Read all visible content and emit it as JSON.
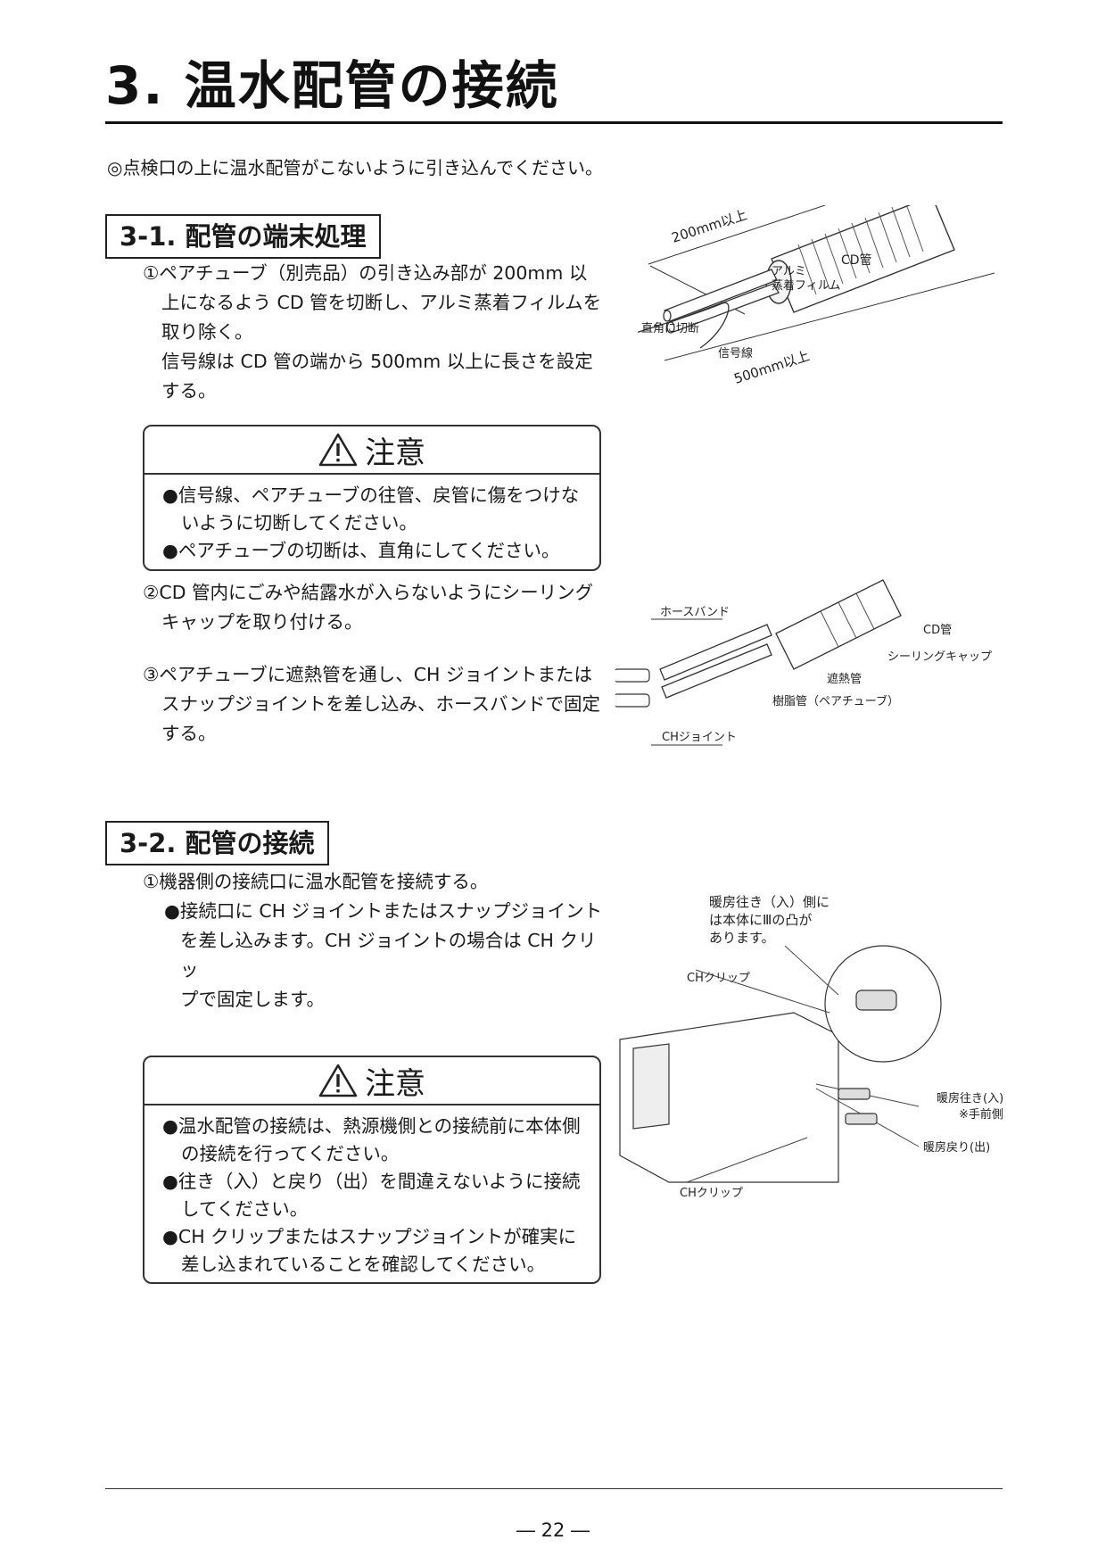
{
  "page": {
    "title": "3. 温水配管の接続",
    "intro": "◎点検口の上に温水配管がこないように引き込んでください。",
    "page_number": "― 22 ―"
  },
  "section1": {
    "heading": "3-1. 配管の端末処理",
    "step1": [
      "①ペアチューブ（別売品）の引き込み部が 200mm 以",
      "上になるよう CD 管を切断し、アルミ蒸着フィルムを",
      "取り除く。",
      "信号線は CD 管の端から 500mm 以上に長さを設定",
      "する。"
    ],
    "caution": {
      "title": "注意",
      "items": [
        [
          "●信号線、ペアチューブの往管、戻管に傷をつけな",
          "いように切断してください。"
        ],
        [
          "●ペアチューブの切断は、直角にしてください。"
        ]
      ]
    },
    "step2": [
      "②CD 管内にごみや結露水が入らないようにシーリング",
      "キャップを取り付ける。"
    ],
    "step3": [
      "③ペアチューブに遮熱管を通し、CH ジョイントまたは",
      "スナップジョイントを差し込み、ホースバンドで固定",
      "する。"
    ],
    "fig1_labels": {
      "len200": "200mm以上",
      "cd_pipe": "CD管",
      "film": [
        "アルミ",
        "蒸着フィルム"
      ],
      "cut": "直角に切断",
      "signal": "信号線",
      "len500": "500mm以上"
    },
    "fig2_labels": {
      "hose_band": "ホースバンド",
      "cd_pipe": "CD管",
      "sealing_cap": "シーリングキャップ",
      "heat_pipe": "遮熱管",
      "resin_pipe": "樹脂管（ペアチューブ）",
      "ch_joint": "CHジョイント"
    }
  },
  "section2": {
    "heading": "3-2. 配管の接続",
    "step1": "①機器側の接続口に温水配管を接続する。",
    "step1_bullet": [
      "●接続口に CH ジョイントまたはスナップジョイント",
      "を差し込みます。CH ジョイントの場合は CH クリッ",
      "プで固定します。"
    ],
    "caution": {
      "title": "注意",
      "items": [
        [
          "●温水配管の接続は、熱源機側との接続前に本体側",
          "の接続を行ってください。"
        ],
        [
          "●往き（入）と戻り（出）を間違えないように接続",
          "してください。"
        ],
        [
          "●CH クリップまたはスナップジョイントが確実に",
          "差し込まれていることを確認してください。"
        ]
      ]
    },
    "fig3_labels": {
      "note": [
        "暖房往き（入）側に",
        "は本体にⅢの凸が",
        "あります。"
      ],
      "ch_clip_top": "CHクリップ",
      "ch_clip_bottom": "CHクリップ",
      "supply": "暖房往き(入)",
      "front_note": "※手前側",
      "return": "暖房戻り(出)"
    }
  }
}
